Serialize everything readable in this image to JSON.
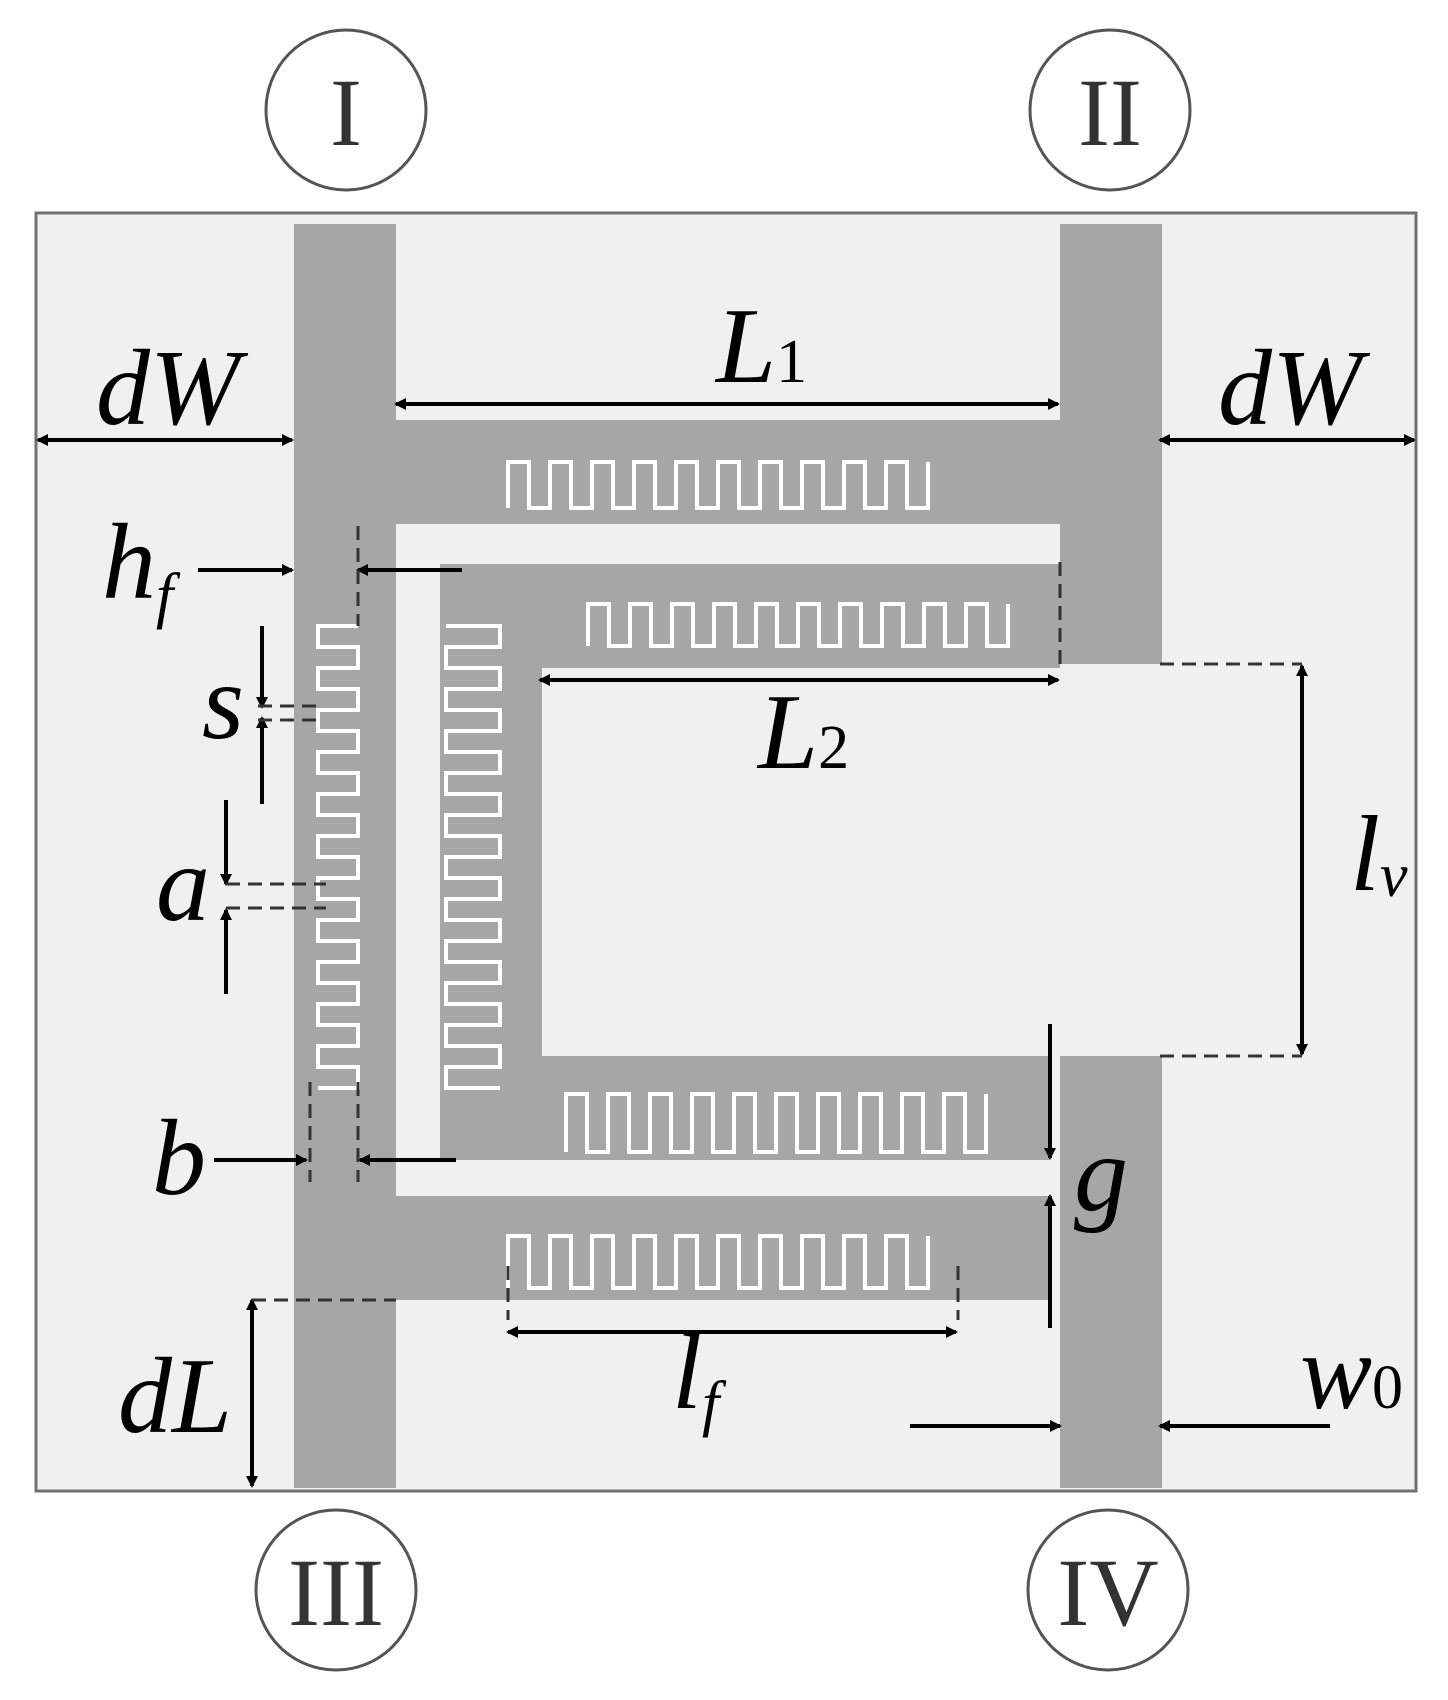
{
  "colors": {
    "substrate": "#f0f0f0",
    "conductor": "#a6a6a6",
    "outline": "#707070",
    "slot": "#ffffff",
    "ink": "#000000"
  },
  "ports": {
    "p1": "I",
    "p2": "II",
    "p3": "III",
    "p4": "IV"
  },
  "dimensions": {
    "dW_left": {
      "main": "dW"
    },
    "dW_right": {
      "main": "dW"
    },
    "L1": {
      "main": "L",
      "sub": "1"
    },
    "L2": {
      "main": "L",
      "sub": "2"
    },
    "hf": {
      "main": "h",
      "sub": "f"
    },
    "s": {
      "main": "s"
    },
    "a": {
      "main": "a"
    },
    "b": {
      "main": "b"
    },
    "lv": {
      "main": "l",
      "sub": "v"
    },
    "g": {
      "main": "g"
    },
    "lf": {
      "main": "l",
      "sub": "f"
    },
    "dL": {
      "main": "dL"
    },
    "w0": {
      "main": "w",
      "sub": "0"
    }
  }
}
